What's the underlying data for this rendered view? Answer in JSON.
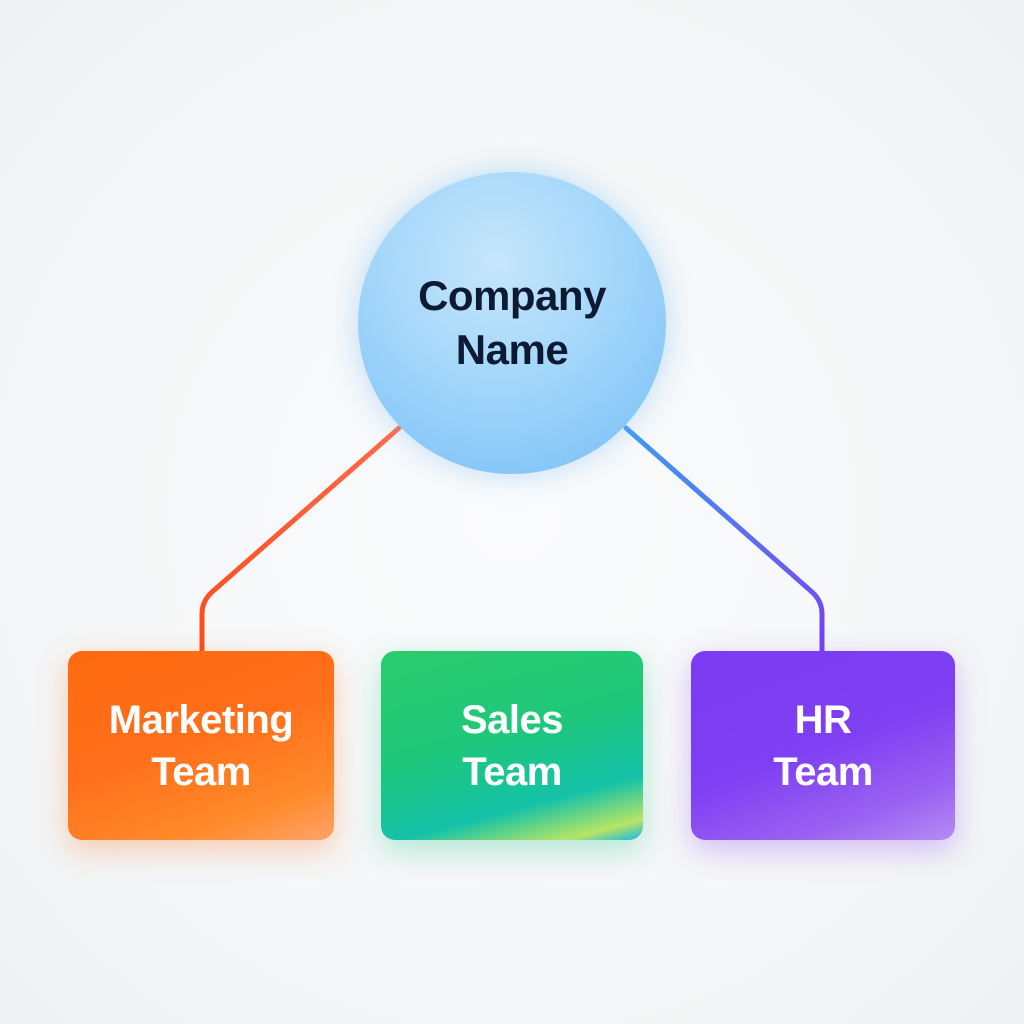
{
  "root": {
    "line1": "Company",
    "line2": "Name",
    "color": "#8fcaf8"
  },
  "teams": [
    {
      "line1": "Marketing",
      "line2": "Team",
      "color": "#ff6a10",
      "connector_color": "#ff5a2a"
    },
    {
      "line1": "Sales",
      "line2": "Team",
      "color": "#1ec77a",
      "connector_color": "#22b8c8"
    },
    {
      "line1": "HR",
      "line2": "Team",
      "color": "#7a3cf2",
      "connector_color": "#6a5cf0"
    }
  ]
}
